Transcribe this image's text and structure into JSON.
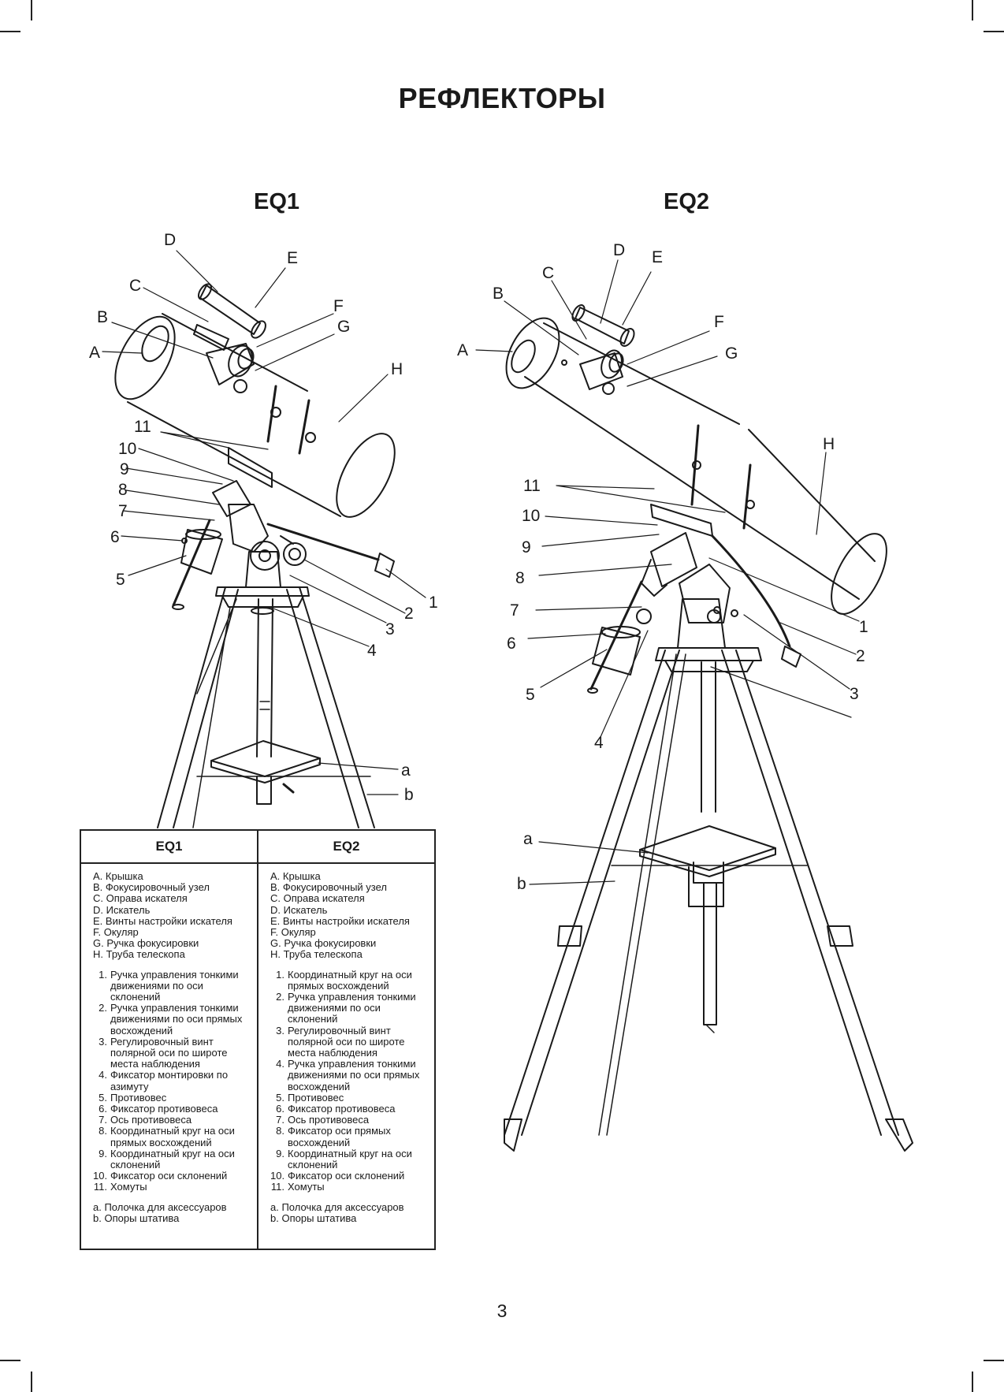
{
  "title": "РЕФЛЕКТОРЫ",
  "figures": [
    {
      "heading": "EQ1",
      "callouts": [
        "D",
        "E",
        "C",
        "F",
        "B",
        "G",
        "A",
        "H",
        "11",
        "10",
        "9",
        "8",
        "7",
        "6",
        "5",
        "1",
        "2",
        "3",
        "4",
        "a",
        "b"
      ]
    },
    {
      "heading": "EQ2",
      "callouts": [
        "D",
        "E",
        "C",
        "B",
        "F",
        "A",
        "G",
        "H",
        "11",
        "10",
        "9",
        "8",
        "7",
        "6",
        "5",
        "1",
        "2",
        "3",
        "4",
        "a",
        "b"
      ]
    }
  ],
  "legend": {
    "columns": [
      {
        "header": "EQ1",
        "letters": [
          "A. Крышка",
          "B. Фокусировочный узел",
          "C. Оправа искателя",
          "D. Искатель",
          "E. Винты настройки искателя",
          "F. Окуляр",
          "G. Ручка фокусировки",
          "H. Труба телескопа"
        ],
        "numbers": [
          {
            "n": "1.",
            "t": "Ручка управления тонкими движениями по оси склонений"
          },
          {
            "n": "2.",
            "t": "Ручка управления тонкими движениями по оси прямых восхождений"
          },
          {
            "n": "3.",
            "t": "Регулировочный винт полярной оси по широте места наблюдения"
          },
          {
            "n": "4.",
            "t": "Фиксатор монтировки по азимуту"
          },
          {
            "n": "5.",
            "t": "Противовес"
          },
          {
            "n": "6.",
            "t": "Фиксатор противовеса"
          },
          {
            "n": "7.",
            "t": "Ось противовеса"
          },
          {
            "n": "8.",
            "t": "Координатный круг на оси прямых восхождений"
          },
          {
            "n": "9.",
            "t": "Координатный круг на оси склонений"
          },
          {
            "n": "10.",
            "t": "Фиксатор оси склонений"
          },
          {
            "n": "11.",
            "t": "Хомуты"
          }
        ],
        "extras": [
          "a. Полочка для аксессуаров",
          "b. Опоры штатива"
        ]
      },
      {
        "header": "EQ2",
        "letters": [
          "A. Крышка",
          "B. Фокусировочный узел",
          "C. Оправа искателя",
          "D. Искатель",
          "E. Винты настройки искателя",
          "F. Окуляр",
          "G. Ручка фокусировки",
          "H. Труба телескопа"
        ],
        "numbers": [
          {
            "n": "1.",
            "t": "Координатный круг на оси прямых восхождений"
          },
          {
            "n": "2.",
            "t": "Ручка управления тонкими движениями по оси склонений"
          },
          {
            "n": "3.",
            "t": "Регулировочный винт полярной оси по широте места наблюдения"
          },
          {
            "n": "4.",
            "t": "Ручка управления тонкими движениями по оси прямых восхождений"
          },
          {
            "n": "5.",
            "t": "Противовес"
          },
          {
            "n": "6.",
            "t": "Фиксатор противовеса"
          },
          {
            "n": "7.",
            "t": "Ось противовеса"
          },
          {
            "n": "8.",
            "t": "Фиксатор оси прямых восхождений"
          },
          {
            "n": "9.",
            "t": "Координатный круг на оси склонений"
          },
          {
            "n": "10.",
            "t": "Фиксатор оси склонений"
          },
          {
            "n": "11.",
            "t": "Хомуты"
          }
        ],
        "extras": [
          "a. Полочка для аксессуаров",
          "b. Опоры штатива"
        ]
      }
    ]
  },
  "page_number": "3"
}
